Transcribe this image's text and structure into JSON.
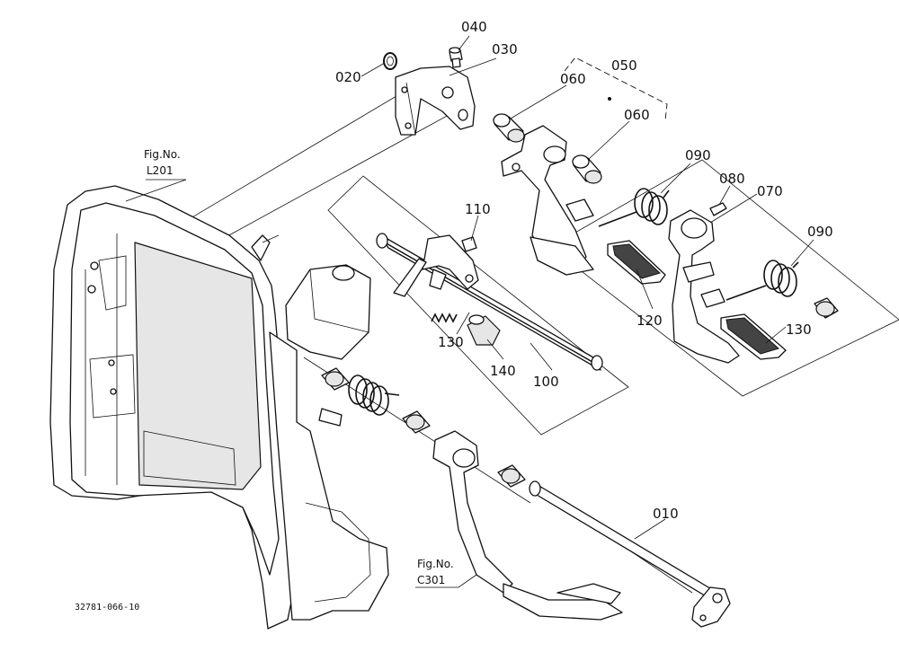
{
  "diagram": {
    "callouts": [
      {
        "id": "c010",
        "text": "010"
      },
      {
        "id": "c020",
        "text": "020"
      },
      {
        "id": "c030",
        "text": "030"
      },
      {
        "id": "c040",
        "text": "040"
      },
      {
        "id": "c050",
        "text": "050"
      },
      {
        "id": "c060a",
        "text": "060"
      },
      {
        "id": "c060b",
        "text": "060"
      },
      {
        "id": "c070",
        "text": "070"
      },
      {
        "id": "c080",
        "text": "080"
      },
      {
        "id": "c090a",
        "text": "090"
      },
      {
        "id": "c090b",
        "text": "090"
      },
      {
        "id": "c100",
        "text": "100"
      },
      {
        "id": "c110",
        "text": "110"
      },
      {
        "id": "c120",
        "text": "120"
      },
      {
        "id": "c130a",
        "text": "130"
      },
      {
        "id": "c130b",
        "text": "130"
      },
      {
        "id": "c140",
        "text": "140"
      }
    ],
    "fig_refs": [
      {
        "id": "fig_l201",
        "line1": "Fig.No.",
        "line2": "L201"
      },
      {
        "id": "fig_c301",
        "line1": "Fig.No.",
        "line2": "C301"
      }
    ],
    "drawing_code": "32781-066-10"
  }
}
